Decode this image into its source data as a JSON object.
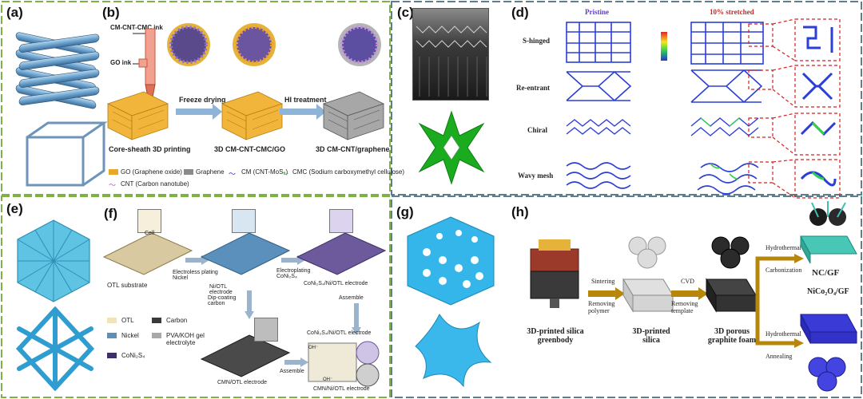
{
  "panels": {
    "a": {
      "label": "(a)"
    },
    "b": {
      "label": "(b)",
      "ink1": "CM-CNT-CMC ink",
      "ink2": "GO ink",
      "step1": "Freeze drying",
      "step2": "HI treatment",
      "stage1": "Core-sheath 3D printing",
      "stage2": "3D CM-CNT-CMC/GO",
      "stage3": "3D CM-CNT/graphene",
      "legend": [
        "GO (Graphene oxide)",
        "Graphene",
        "CM (CNT-MoS₂)",
        "CMC (Sodium carboxymethyl cellulose)",
        "CNT (Carbon nanotube)"
      ]
    },
    "c": {
      "label": "(c)"
    },
    "d": {
      "label": "(d)",
      "col1": "Pristine",
      "col2": "10% stretched",
      "rows": [
        "S-hinged",
        "Re-entrant",
        "Chiral",
        "Wavy mesh"
      ]
    },
    "e": {
      "label": "(e)"
    },
    "f": {
      "label": "(f)",
      "cell": "Cell",
      "otl_substrate": "OTL substrate",
      "step1": "Electroless plating Nickel",
      "ni_otl": "Ni/OTL electrode",
      "step2": "Electroplating CoNi₂S₄",
      "coni_otl": "CoNi₂S₄/Ni/OTL electrode",
      "dip": "Dip-coating carbon",
      "assemble1": "Assemble",
      "cmn_otl": "CMN/OTL electrode",
      "assemble2": "Assemble",
      "coni_label": "CoNi₂S₄/Ni/OTL electrode",
      "cmn_label": "CMN/Ni/OTL electrode",
      "oh": "OH⁻",
      "legend": [
        "OTL",
        "Carbon",
        "Nickel",
        "PVA/KOH gel electrolyte",
        "CoNi₂S₄"
      ]
    },
    "g": {
      "label": "(g)"
    },
    "h": {
      "label": "(h)",
      "s1": "3D-printed silica greenbody",
      "a1": "Sintering",
      "a1b": "Removing polymer",
      "s2": "3D-printed silica",
      "a2": "CVD",
      "a2b": "Removing template",
      "s3": "3D porous graphite foam",
      "a3": "Hydrothermal",
      "a3b": "Carbonization",
      "p1": "NC/GF",
      "a4": "Hydrothermal",
      "a4b": "Annealing",
      "p2": "NiCo₂O₄/GF"
    }
  },
  "colors": {
    "blue": "#4aa7d6",
    "gold": "#e8a92a",
    "green": "#22a325",
    "frame": "#6b8e9b"
  }
}
